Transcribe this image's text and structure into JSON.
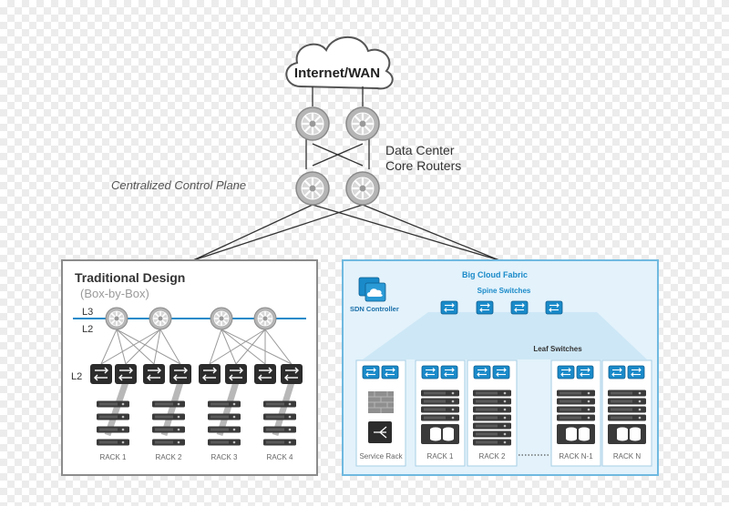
{
  "top": {
    "internet_label": "Internet/WAN",
    "core_label_line1": "Data Center",
    "core_label_line2": "Core Routers",
    "control_plane_label": "Centralized Control Plane"
  },
  "traditional": {
    "title": "Traditional Design",
    "subtitle": "(Box-by-Box)",
    "l3_label": "L3",
    "l2_label": "L2",
    "l2_switch_label": "L2",
    "racks": [
      "RACK 1",
      "RACK 2",
      "RACK 3",
      "RACK 4"
    ]
  },
  "bcf": {
    "title": "Big Cloud Fabric",
    "spine_label": "Spine Switches",
    "sdn_label": "SDN Controller",
    "leaf_label": "Leaf Switches",
    "racks": [
      "Service Rack",
      "RACK 1",
      "RACK 2",
      "RACK N-1",
      "RACK N"
    ],
    "accent_color": "#1a8ac9"
  }
}
